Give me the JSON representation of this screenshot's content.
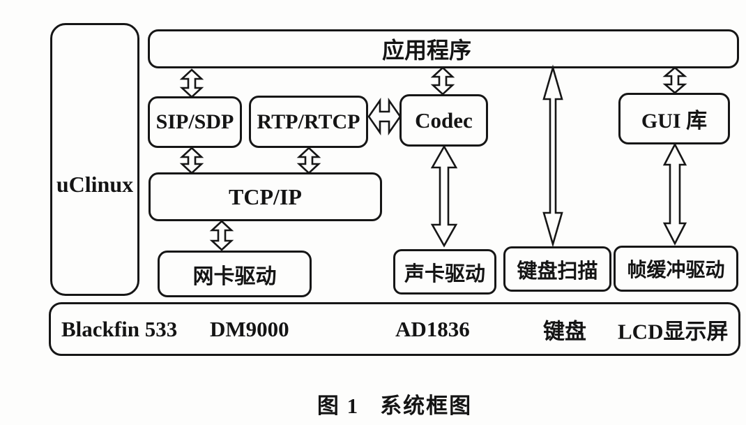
{
  "figure": {
    "os_box": {
      "label": "uClinux"
    },
    "layers": {
      "application": {
        "label": "应用程序"
      },
      "middleware": [
        {
          "id": "sip-sdp",
          "label": "SIP/SDP"
        },
        {
          "id": "rtp-rtcp",
          "label": "RTP/RTCP"
        },
        {
          "id": "codec",
          "label": "Codec"
        },
        {
          "id": "gui-lib",
          "label": "GUI 库"
        }
      ],
      "protocol": {
        "label": "TCP/IP"
      },
      "drivers": [
        {
          "id": "nic-driver",
          "label": "网卡驱动"
        },
        {
          "id": "sound-driver",
          "label": "声卡驱动"
        },
        {
          "id": "keyboard-scan",
          "label": "键盘扫描"
        },
        {
          "id": "framebuffer-driver",
          "label": "帧缓冲驱动"
        }
      ],
      "hardware": {
        "items": [
          {
            "label": "Blackfin 533"
          },
          {
            "label": "DM9000"
          },
          {
            "label": "AD1836"
          },
          {
            "label": "键盘"
          },
          {
            "label": "LCD显示屏"
          }
        ]
      }
    },
    "connections": [
      {
        "from": "应用程序",
        "to": "SIP/SDP",
        "bidirectional": true
      },
      {
        "from": "SIP/SDP",
        "to": "TCP/IP",
        "bidirectional": true
      },
      {
        "from": "RTP/RTCP",
        "to": "TCP/IP",
        "bidirectional": true
      },
      {
        "from": "RTP/RTCP",
        "to": "Codec",
        "bidirectional": true
      },
      {
        "from": "应用程序",
        "to": "Codec",
        "bidirectional": true
      },
      {
        "from": "Codec",
        "to": "声卡驱动",
        "bidirectional": true
      },
      {
        "from": "应用程序",
        "to": "键盘扫描",
        "bidirectional": true
      },
      {
        "from": "应用程序",
        "to": "GUI 库",
        "bidirectional": true
      },
      {
        "from": "GUI 库",
        "to": "帧缓冲驱动",
        "bidirectional": true
      },
      {
        "from": "TCP/IP",
        "to": "网卡驱动",
        "bidirectional": true
      }
    ],
    "caption": {
      "fig_label": "图 1",
      "title": "系统框图"
    },
    "colors": {
      "line": "#161616",
      "background": "#fdfdfc"
    }
  }
}
